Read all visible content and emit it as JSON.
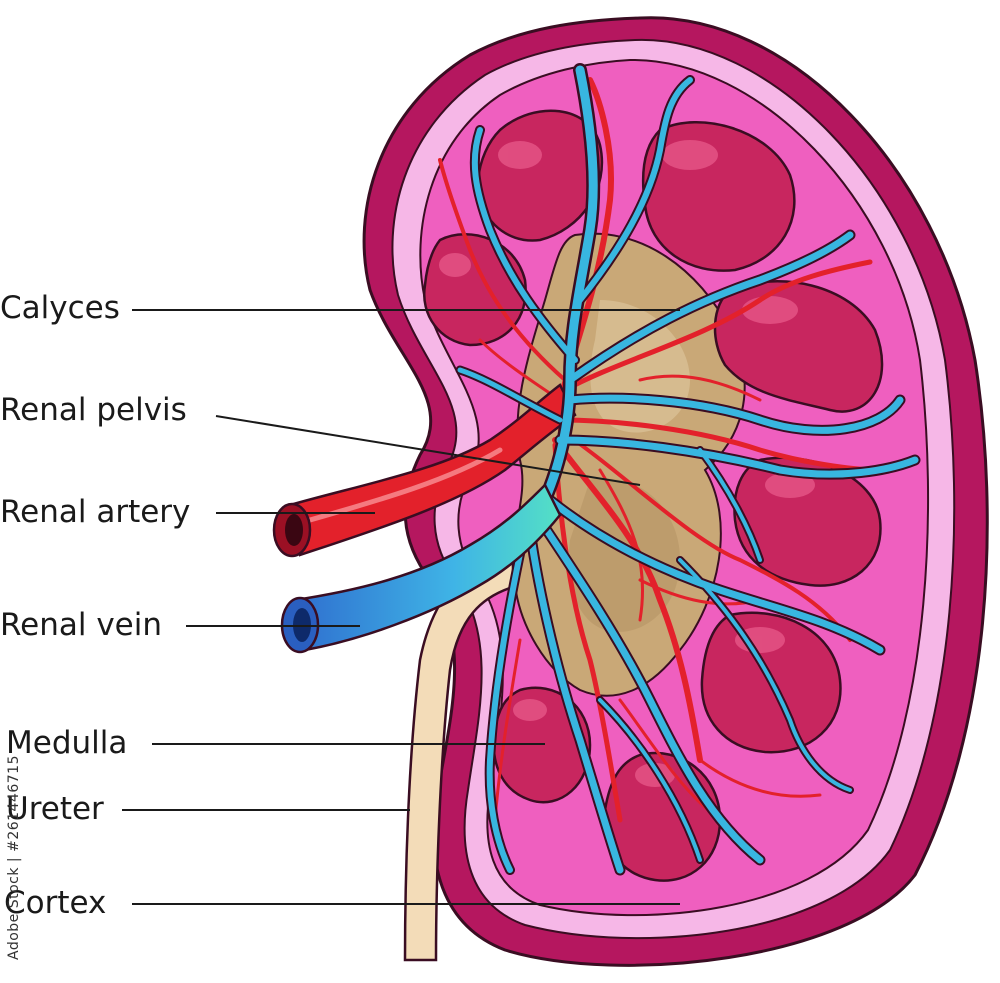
{
  "labels": {
    "calyces": "Calyces",
    "renal_pelvis": "Renal pelvis",
    "renal_artery": "Renal artery",
    "renal_vein": "Renal vein",
    "medulla": "Medulla",
    "ureter": "Ureter",
    "cortex": "Cortex"
  },
  "stock_id": "Adobe Stock | #261446715",
  "colors": {
    "capsule": "#b5175f",
    "cortex": "#ef5fbf",
    "medulla_pyramid": "#c8265f",
    "pelvis": "#c9a877",
    "artery": "#e3212b",
    "vein": "#38b6e0",
    "ureter": "#f3dcb8"
  }
}
